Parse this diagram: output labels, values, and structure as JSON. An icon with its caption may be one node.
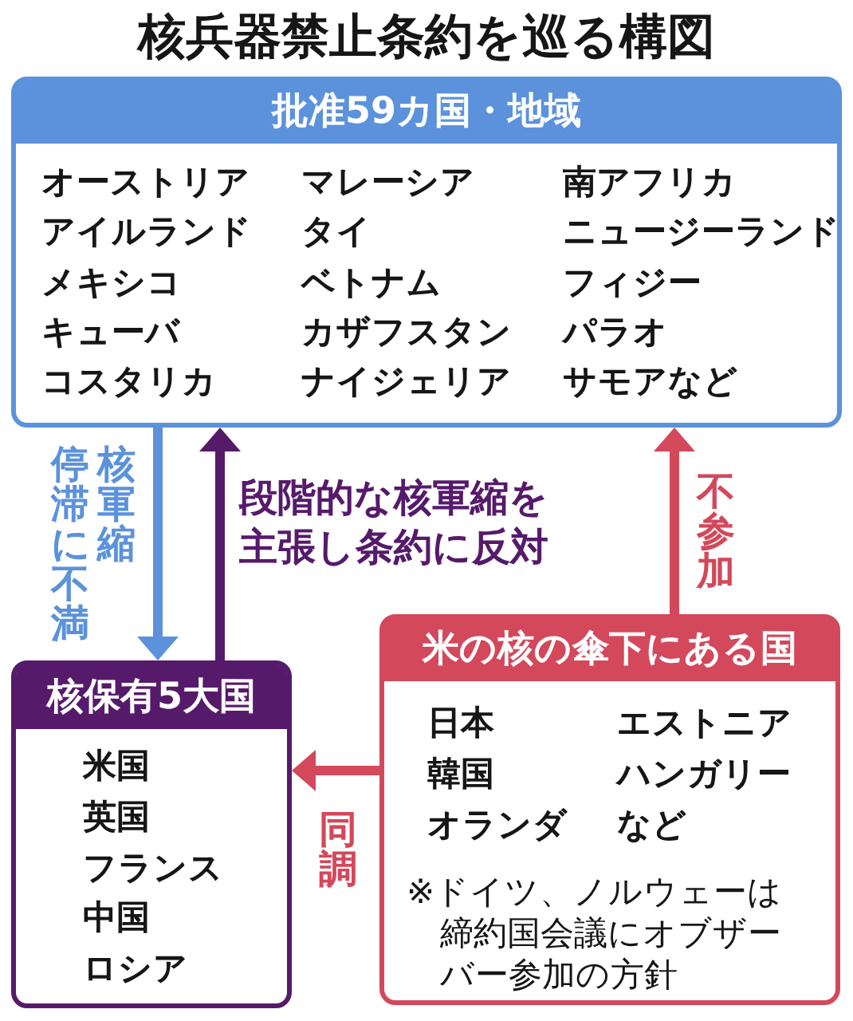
{
  "diagram": {
    "title": "核兵器禁止条約を巡る構図",
    "nodes": [
      {
        "text": [
          "批准59カ国・地域",
          "オーストリア",
          "マレーシア",
          "南アフリカ",
          "アイルランド",
          "タイ",
          "ニュージーランド",
          "メキシコ",
          "ベトナム",
          "フィジー",
          "キューバ",
          "カザフスタン",
          "パラオ",
          "コスタリカ",
          "ナイジェリア",
          "サモアなど"
        ]
      },
      {
        "text": [
          "核保有5大国",
          "米国",
          "英国",
          "フランス",
          "中国",
          "ロシア"
        ]
      },
      {
        "text": [
          "米の核の傘下にある国",
          "日本",
          "エストニア",
          "韓国",
          "ハンガリー",
          "オランダ",
          "など",
          "※ドイツ、ノルウェーは締約国会議にオブザーバー参加の方針"
        ]
      }
    ],
    "edges": [
      {
        "from": 0,
        "to": 1,
        "arrow": "to",
        "label": "核軍縮停滞に不満",
        "color": "#5b92db"
      },
      {
        "from": 1,
        "to": 0,
        "arrow": "to",
        "label": "段階的な核軍縮を主張し条約に反対",
        "color": "#561a6b"
      },
      {
        "from": 2,
        "to": 0,
        "arrow": "to",
        "label": "不参加",
        "color": "#d3485b"
      },
      {
        "from": 2,
        "to": 1,
        "arrow": "to",
        "label": "同調",
        "color": "#d3485b"
      }
    ]
  }
}
